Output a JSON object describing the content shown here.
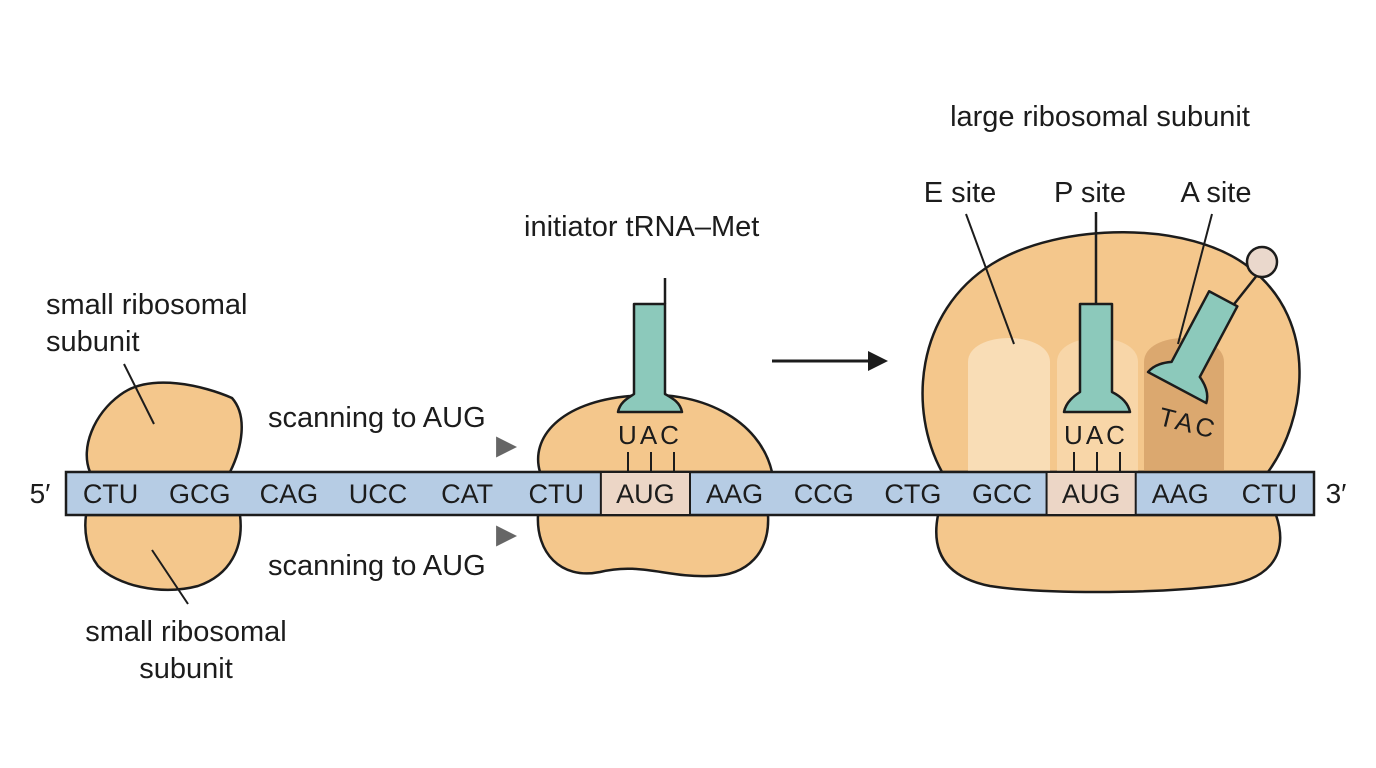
{
  "colors": {
    "subunit_fill": "#f4c78c",
    "mrna_fill": "#b6cce4",
    "start_codon_fill": "#ecd6c6",
    "trna_fill": "#8cc9bb",
    "e_site_fill": "#f9ddb6",
    "p_site_fill": "#f8d6a8",
    "a_site_fill": "#dba86f",
    "amino_acid_fill": "#ead8cc",
    "scan_arrow": "#777777"
  },
  "labels": {
    "five_prime": "5′",
    "three_prime": "3′",
    "small_subunit_top_line1": "small ribosomal",
    "small_subunit_top_line2": "subunit",
    "small_subunit_bottom_line1": "small ribosomal",
    "small_subunit_bottom_line2": "subunit",
    "scanning_top": "scanning to AUG",
    "scanning_bottom": "scanning to AUG",
    "initiator_trna": "initiator tRNA–Met",
    "large_subunit": "large ribosomal subunit",
    "e_site": "E site",
    "p_site": "P site",
    "a_site": "A site"
  },
  "mrna": {
    "codons": [
      "CTU",
      "GCG",
      "CAG",
      "UCC",
      "CAT",
      "CTU",
      "AUG",
      "AAG",
      "CCG",
      "CTG",
      "GCC",
      "AUG",
      "AAG",
      "CTU"
    ],
    "start_codon_indices": [
      6,
      11
    ]
  },
  "anticodons": {
    "initiation": "UAC",
    "p_site": "UAC",
    "a_site": "TAC"
  }
}
